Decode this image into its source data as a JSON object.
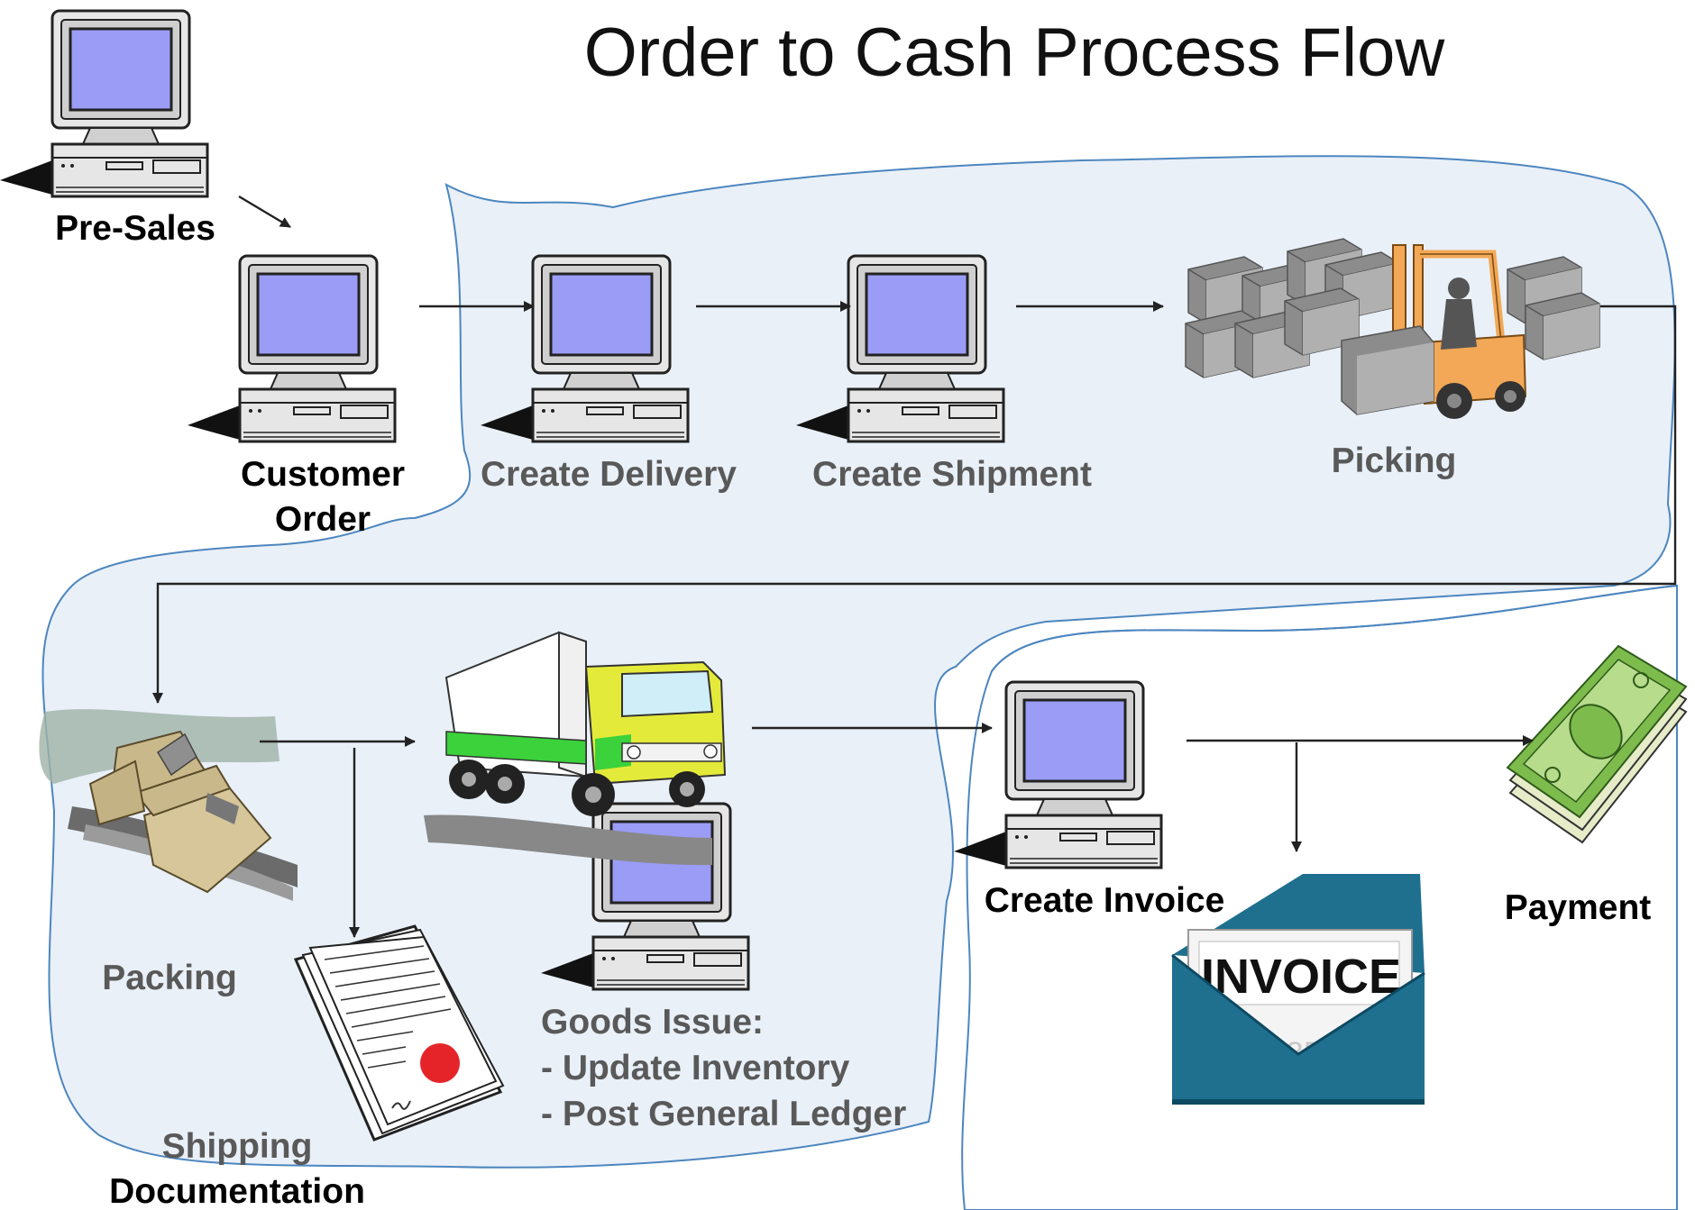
{
  "title": "Order to Cash Process Flow",
  "colors": {
    "region_fill": "#e9f0f8",
    "region_stroke": "#4d86bf",
    "screen": "#9a9cf6",
    "monitor": "#d9d9d9",
    "label_grey": "#595959",
    "label_black": "#000000",
    "invoice_envelope": "#1f6f8f",
    "money_green": "#7dbb4c",
    "forklift": "#f2a857",
    "truck_cab": "#e4ea3a",
    "truck_stripe": "#3bd23b"
  },
  "steps": {
    "pre_sales": "Pre-Sales",
    "customer_order_1": "Customer",
    "customer_order_2": "Order",
    "create_delivery": "Create Delivery",
    "create_shipment": "Create Shipment",
    "picking": "Picking",
    "packing": "Packing",
    "shipping_doc_1": "Shipping",
    "shipping_doc_2": "Documentation",
    "goods_issue_1": "Goods Issue:",
    "goods_issue_2": "- Update Inventory",
    "goods_issue_3": "- Post General Ledger",
    "create_invoice": "Create Invoice",
    "payment": "Payment"
  },
  "invoice_graphic": {
    "label": "INVOICE",
    "watermark": "123RF"
  },
  "icons": [
    "computer-icon",
    "forklift-icon",
    "packages-icon",
    "document-icon",
    "truck-icon",
    "invoice-envelope-icon",
    "money-icon"
  ]
}
